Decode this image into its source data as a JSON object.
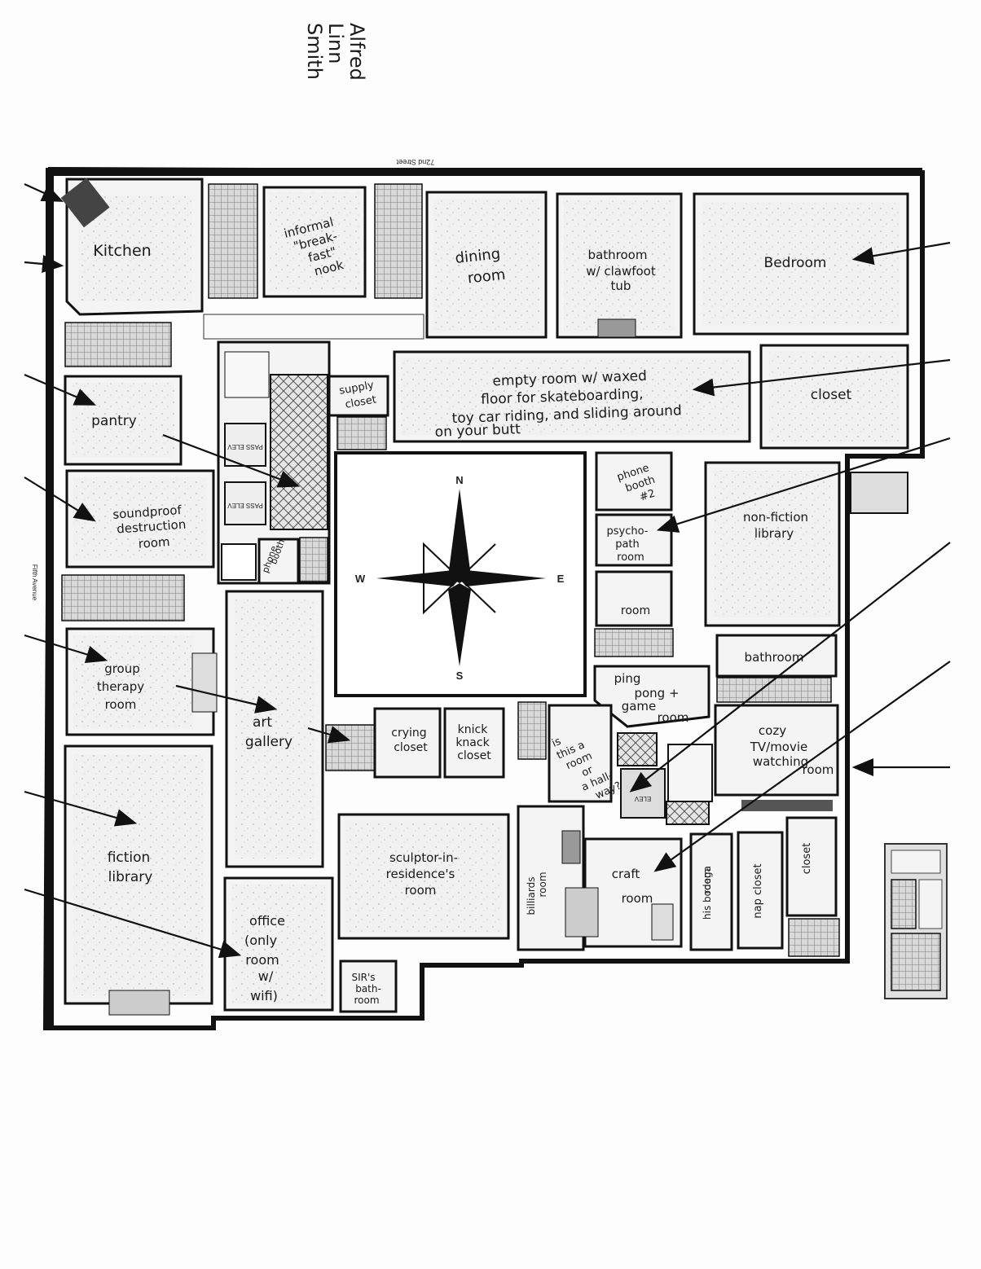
{
  "author": {
    "line1": "Alfred",
    "line2": "Linn",
    "line3": "Smith"
  },
  "street_top": "72nd Street",
  "street_left": "Fifth Avenue",
  "compass": {
    "n": "N",
    "s": "S",
    "e": "E",
    "w": "W"
  },
  "elevator_labels": {
    "a": "PASS ELEV",
    "b": "PASS ELEV",
    "c": "ELEV"
  },
  "rooms": {
    "kitchen": "Kitchen",
    "informal_nook": [
      "informal",
      "\"break-",
      "fast\"",
      "nook"
    ],
    "dining": [
      "dining",
      "room"
    ],
    "bathroom_clawfoot": [
      "bathroom",
      "w/ clawfoot",
      "tub"
    ],
    "bedroom": "Bedroom",
    "supply_closet": [
      "supply",
      "closet"
    ],
    "empty_room": [
      "empty room w/ waxed",
      "floor for skateboarding,",
      "toy car riding, and sliding around",
      "on your butt"
    ],
    "closet_ne": "closet",
    "pantry": "pantry",
    "soundproof": [
      "soundproof",
      "destruction",
      "room"
    ],
    "phone_booth": [
      "phone",
      "booth"
    ],
    "phone_booth_2": [
      "phone",
      "booth",
      "#2"
    ],
    "psychopath": [
      "psycho-",
      "path",
      "room"
    ],
    "room_small": "room",
    "nonfiction": [
      "non-fiction",
      "library"
    ],
    "bathroom_e": "bathroom",
    "ping_pong": [
      "ping",
      "pong +",
      "game",
      "room"
    ],
    "group_therapy": [
      "group",
      "therapy",
      "room"
    ],
    "art_gallery": [
      "art",
      "gallery"
    ],
    "crying_closet": [
      "crying",
      "closet"
    ],
    "knick_knack": [
      "knick",
      "knack",
      "closet"
    ],
    "hallway_q": [
      "is",
      "this a",
      "room",
      "or",
      "a hall-",
      "way?"
    ],
    "cozy_tv": [
      "cozy",
      "TV/movie",
      "watching",
      "room"
    ],
    "fiction": [
      "fiction",
      "library"
    ],
    "sculptor": [
      "sculptor-in-",
      "residence's",
      "room"
    ],
    "billiards": [
      "billiards",
      "room"
    ],
    "craft": [
      "craft",
      "room"
    ],
    "his_bodega": [
      "his bodega",
      "room"
    ],
    "nap_closet": "nap closet",
    "closet_se": "closet",
    "office": [
      "office",
      "(only",
      "room",
      "w/",
      "wifi)"
    ],
    "sirs_bathroom": [
      "SIR's",
      "bath-",
      "room"
    ]
  }
}
